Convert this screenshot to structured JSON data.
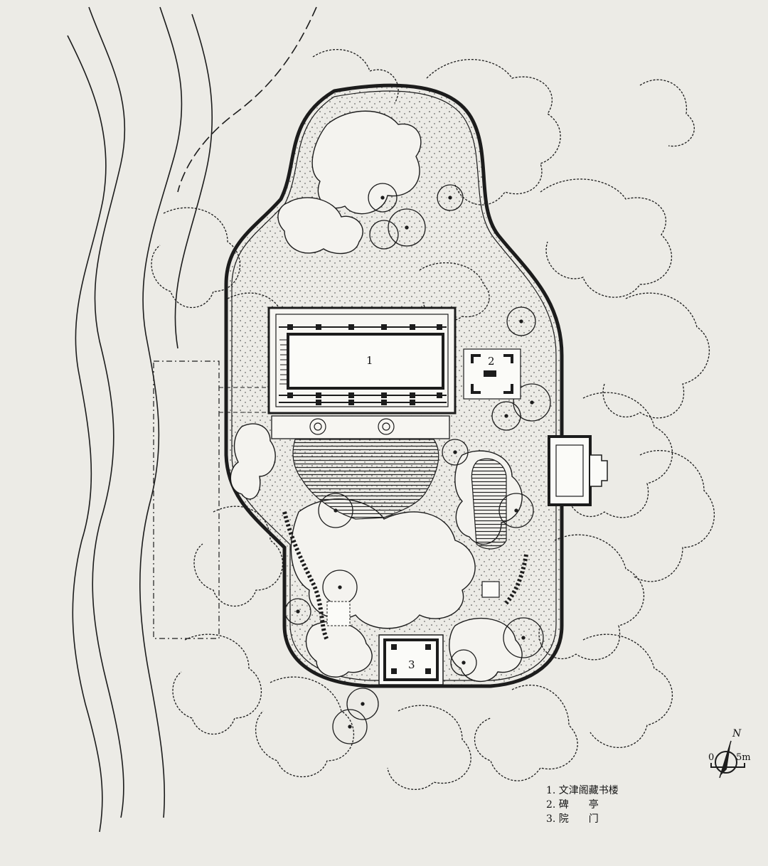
{
  "plan_labels": {
    "building1": "1",
    "building2": "2",
    "building3": "3"
  },
  "legend": {
    "item1": "1. 文津阁藏书楼",
    "item2": "2. 碑　　亭",
    "item3": "3. 院　　门"
  },
  "north": "N",
  "scale": {
    "zero": "0",
    "distance": "5m"
  },
  "colors": {
    "ink": "#1c1c1c",
    "paper": "#ecebe6"
  }
}
